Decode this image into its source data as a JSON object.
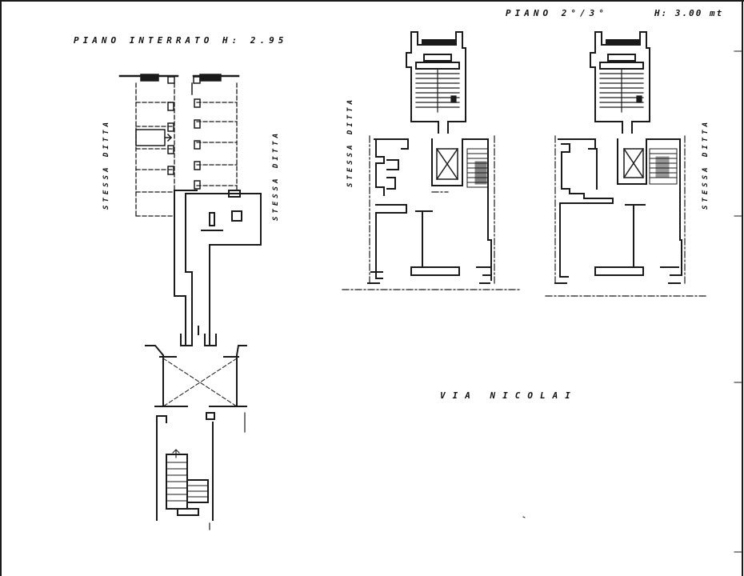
{
  "labels": {
    "basement_title": "PIANO INTERRATO  H: 2.95",
    "upper_title": "PIANO  2°/3°",
    "upper_height": "H: 3.00 mt",
    "street": "VIA NICOLAI",
    "other_property_left_1": "STESSA DITTA",
    "other_property_left_2": "STESSA DITTA",
    "other_property_mid": "STESSA DITTA",
    "other_property_right": "STESSA DITTA"
  },
  "colors": {
    "ink": "#1a1a1a",
    "paper": "#ffffff"
  }
}
